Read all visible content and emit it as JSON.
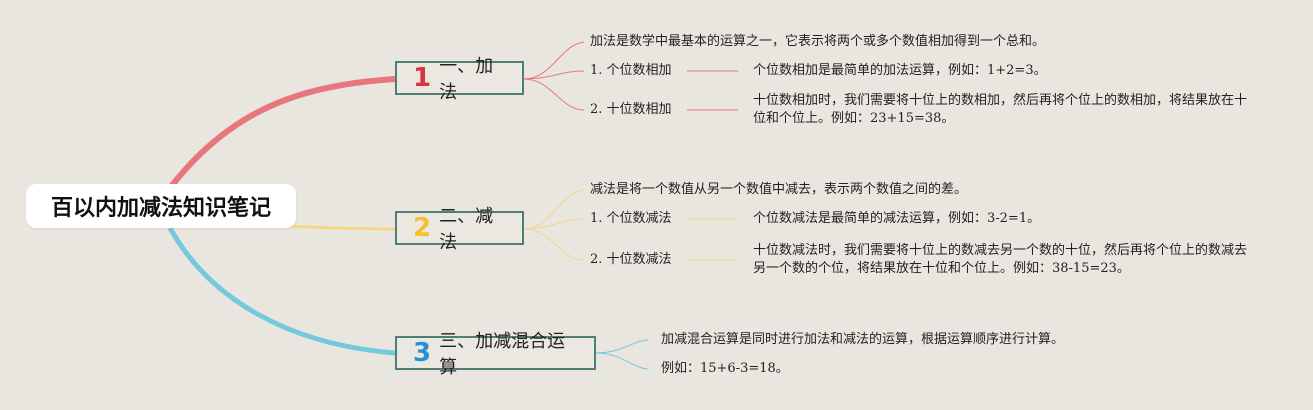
{
  "title": "百以内加减法知识笔记",
  "branches": [
    {
      "num": "1",
      "label": "一、加法",
      "summary": "加法是数学中最基本的运算之一，它表示将两个或多个数值相加得到一个总和。",
      "items": [
        {
          "label": "1. 个位数相加",
          "desc": "个位数相加是最简单的加法运算，例如：1+2=3。"
        },
        {
          "label": "2. 十位数相加",
          "desc": "十位数相加时，我们需要将十位上的数相加，然后再将个位上的数相加，将结果放在十位和个位上。例如：23+15=38。"
        }
      ]
    },
    {
      "num": "2",
      "label": "二、减法",
      "summary": "减法是将一个数值从另一个数值中减去，表示两个数值之间的差。",
      "items": [
        {
          "label": "1. 个位数减法",
          "desc": "个位数减法是最简单的减法运算，例如：3-2=1。"
        },
        {
          "label": "2. 十位数减法",
          "desc": "十位数减法时，我们需要将十位上的数减去另一个数的十位，然后再将个位上的数减去另一个数的个位，将结果放在十位和个位上。例如：38-15=23。"
        }
      ]
    },
    {
      "num": "3",
      "label": "三、加减混合运算",
      "lines": [
        "加减混合运算是同时进行加法和减法的运算，根据运算顺序进行计算。",
        "例如：15+6-3=18。"
      ]
    }
  ],
  "colors": {
    "branch1": "#e8777d",
    "branch2": "#f6d58a",
    "branch3": "#76c9dd",
    "box_border": "#4f7f74",
    "background": "#e9e6df"
  }
}
